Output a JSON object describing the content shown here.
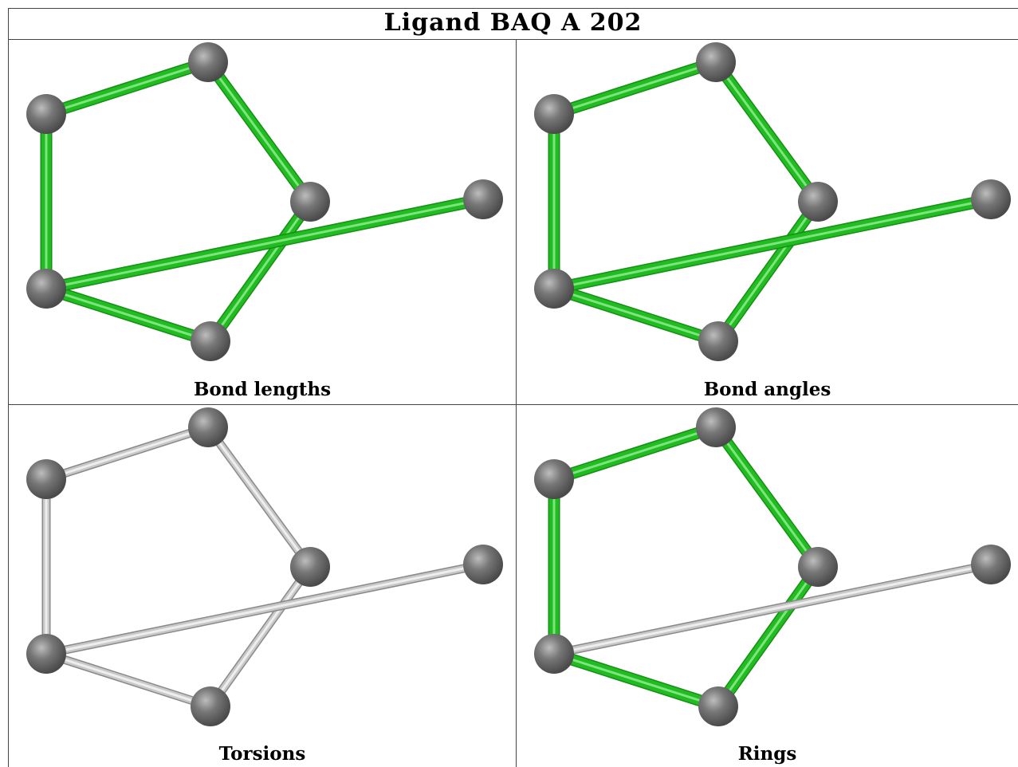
{
  "title": "Ligand BAQ A 202",
  "colors": {
    "ok": "#22bb22",
    "unchecked": "#c8c8c8",
    "atom": "#777777"
  },
  "molecule": {
    "atoms": [
      "C1",
      "C2",
      "C3",
      "C4",
      "C5",
      "C6"
    ],
    "bonds": [
      [
        "C1",
        "C2"
      ],
      [
        "C1",
        "C3"
      ],
      [
        "C2",
        "C4"
      ],
      [
        "C4",
        "C5"
      ],
      [
        "C3",
        "C5"
      ],
      [
        "C4",
        "C6"
      ]
    ]
  },
  "panels": [
    {
      "caption": "Bond lengths",
      "bond_status": [
        "ok",
        "ok",
        "ok",
        "ok",
        "ok",
        "ok"
      ]
    },
    {
      "caption": "Bond angles",
      "bond_status": [
        "ok",
        "ok",
        "ok",
        "ok",
        "ok",
        "ok"
      ]
    },
    {
      "caption": "Torsions",
      "bond_status": [
        "unchecked",
        "unchecked",
        "unchecked",
        "unchecked",
        "unchecked",
        "unchecked"
      ]
    },
    {
      "caption": "Rings",
      "bond_status": [
        "ok",
        "ok",
        "ok",
        "ok",
        "ok",
        "unchecked"
      ]
    }
  ]
}
